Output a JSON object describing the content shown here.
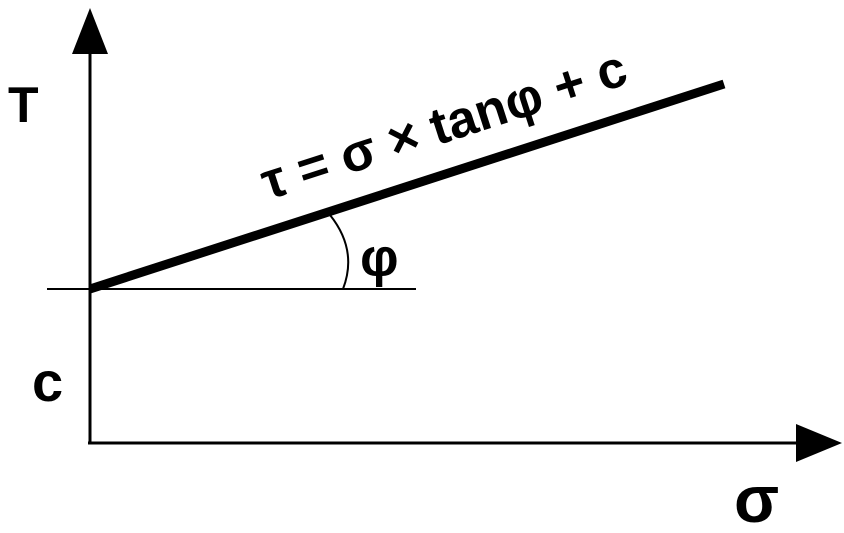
{
  "diagram": {
    "y_axis_label": "T",
    "x_axis_label": "σ",
    "intercept_label": "c",
    "angle_label": "φ",
    "equation": "τ = σ × tanφ + c",
    "colors": {
      "background": "#ffffff",
      "ink": "#000000"
    }
  }
}
